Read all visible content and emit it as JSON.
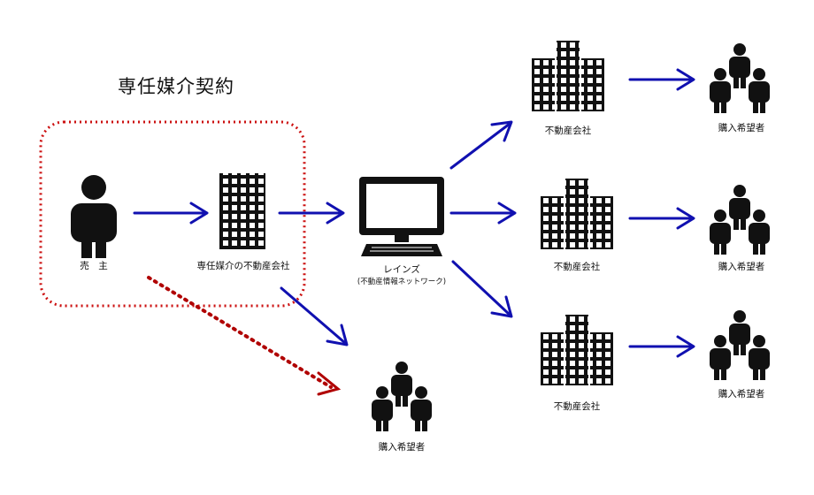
{
  "diagram": {
    "title": "専任媒介契約",
    "seller_label": "売　主",
    "exclusive_agent_label": "専任媒介の不動産会社",
    "reins_label": "レインズ",
    "reins_sublabel": "(不動産情報ネットワーク)",
    "realestate_labels": [
      "不動産会社",
      "不動産会社",
      "不動産会社"
    ],
    "buyer_labels": [
      "購入希望者",
      "購入希望者",
      "購入希望者"
    ],
    "direct_buyer_label": "購入希望者"
  },
  "colors": {
    "arrow": "#1010b0",
    "dotted_frame": "#cc1111",
    "icon": "#111111",
    "background": "#ffffff"
  }
}
